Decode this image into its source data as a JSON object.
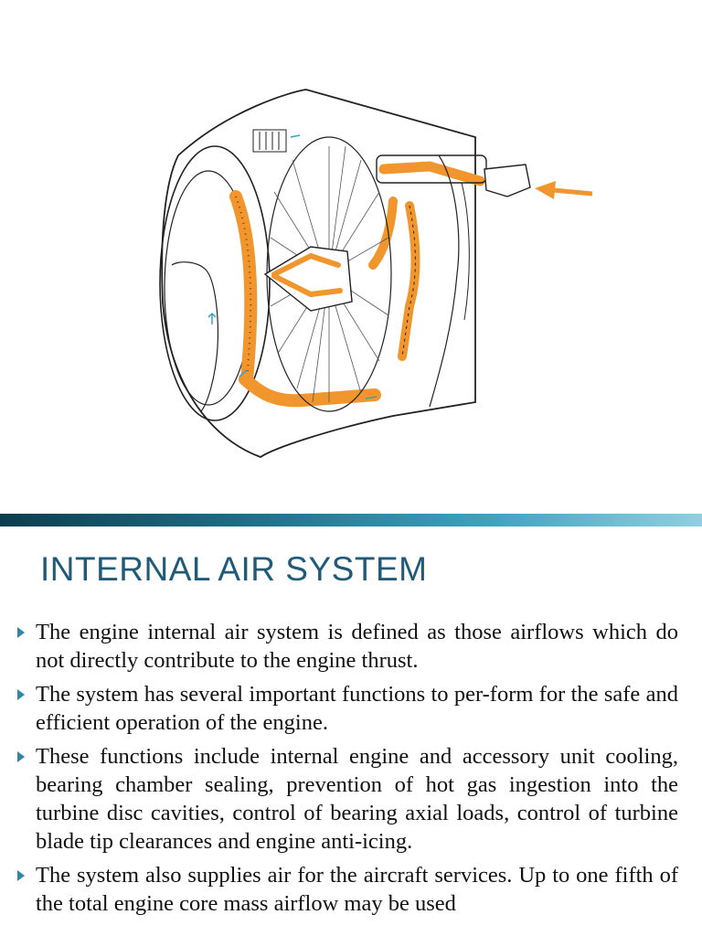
{
  "figure": {
    "icon": "engine-cutaway-illustration",
    "colors": {
      "airflow": "#f0962d",
      "airflow_dark": "#d9791a",
      "line": "#222222",
      "arrow": "#3aa0c8"
    }
  },
  "title": "INTERNAL AIR SYSTEM",
  "bullets": [
    "The engine internal air system is defined as those airflows which do not directly contribute to the engine thrust.",
    "The system has several important functions to per-form for the safe and efficient operation of the engine.",
    "These functions include internal engine and accessory unit cooling, bearing chamber sealing, prevention of hot gas ingestion into the turbine disc cavities, control of bearing axial loads, control of turbine blade tip clearances and engine anti-icing.",
    "The system also supplies air for the aircraft services. Up to one fifth of the total engine core mass airflow may be used"
  ],
  "colors": {
    "title": "#1f5a78",
    "marker": "#2f87a8"
  }
}
